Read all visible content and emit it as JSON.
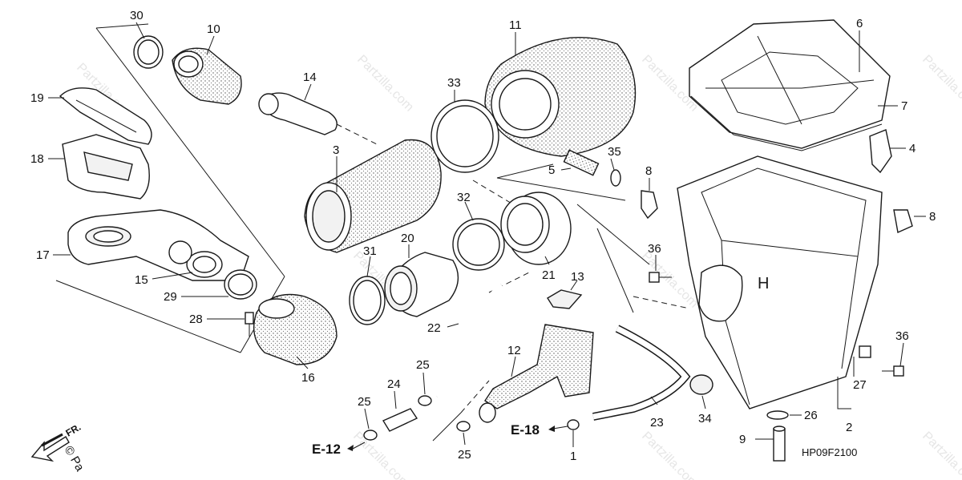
{
  "diagram": {
    "drawing_code": "HP09F2100",
    "front_marker": "FR.",
    "watermark_text": "Partzilla.com",
    "copyright_fragment": "© Pa",
    "references": [
      {
        "id": "e12",
        "text": "E-12"
      },
      {
        "id": "e18",
        "text": "E-18"
      }
    ],
    "callouts": [
      {
        "id": "c30",
        "text": "30"
      },
      {
        "id": "c10",
        "text": "10"
      },
      {
        "id": "c14",
        "text": "14"
      },
      {
        "id": "c19",
        "text": "19"
      },
      {
        "id": "c18",
        "text": "18"
      },
      {
        "id": "c3",
        "text": "3"
      },
      {
        "id": "c17",
        "text": "17"
      },
      {
        "id": "c15",
        "text": "15"
      },
      {
        "id": "c29",
        "text": "29"
      },
      {
        "id": "c28",
        "text": "28"
      },
      {
        "id": "c16",
        "text": "16"
      },
      {
        "id": "c11",
        "text": "11"
      },
      {
        "id": "c33",
        "text": "33"
      },
      {
        "id": "c6",
        "text": "6"
      },
      {
        "id": "c7",
        "text": "7"
      },
      {
        "id": "c4",
        "text": "4"
      },
      {
        "id": "c35",
        "text": "35"
      },
      {
        "id": "c5",
        "text": "5"
      },
      {
        "id": "c8a",
        "text": "8"
      },
      {
        "id": "c8b",
        "text": "8"
      },
      {
        "id": "c32",
        "text": "32"
      },
      {
        "id": "c31",
        "text": "31"
      },
      {
        "id": "c20",
        "text": "20"
      },
      {
        "id": "c21",
        "text": "21"
      },
      {
        "id": "c36a",
        "text": "36"
      },
      {
        "id": "c36b",
        "text": "36"
      },
      {
        "id": "c13",
        "text": "13"
      },
      {
        "id": "c22",
        "text": "22"
      },
      {
        "id": "c12",
        "text": "12"
      },
      {
        "id": "c24",
        "text": "24"
      },
      {
        "id": "c25a",
        "text": "25"
      },
      {
        "id": "c25b",
        "text": "25"
      },
      {
        "id": "c25c",
        "text": "25"
      },
      {
        "id": "c1",
        "text": "1"
      },
      {
        "id": "c23",
        "text": "23"
      },
      {
        "id": "c34",
        "text": "34"
      },
      {
        "id": "c26",
        "text": "26"
      },
      {
        "id": "c27",
        "text": "27"
      },
      {
        "id": "c2",
        "text": "2"
      },
      {
        "id": "c9",
        "text": "9"
      }
    ]
  },
  "colors": {
    "line": "#1a1a1a",
    "background": "#ffffff",
    "watermark": "#e6e6e6"
  }
}
